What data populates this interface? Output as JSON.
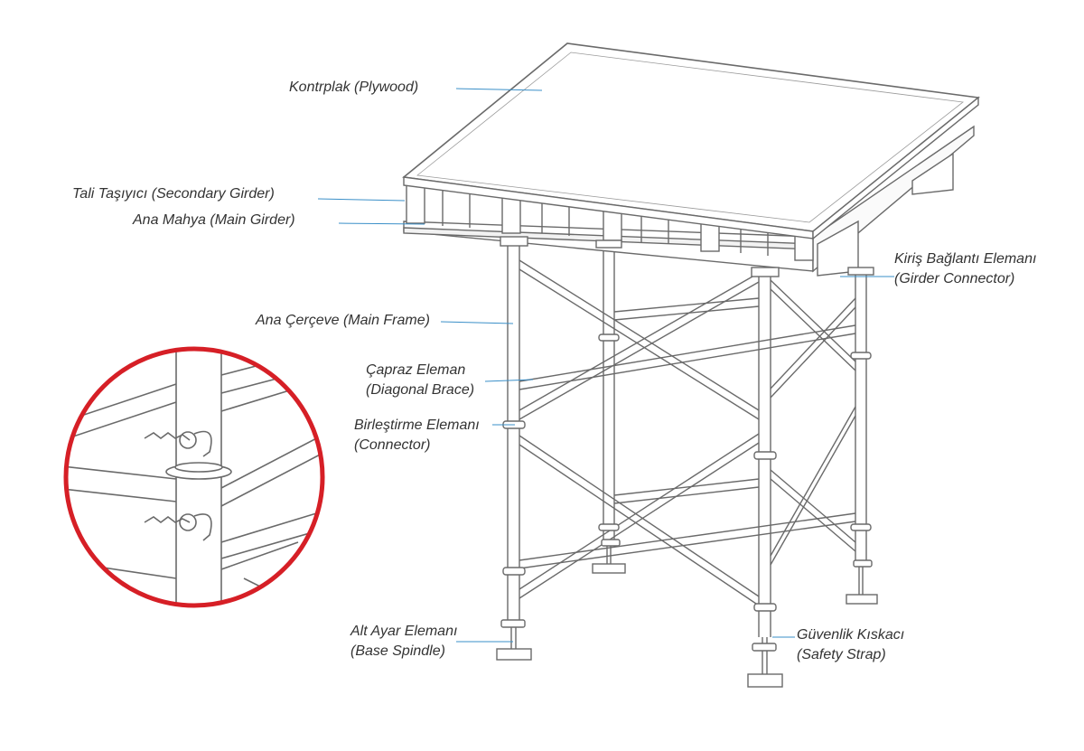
{
  "colors": {
    "ink": "#6a6a6a",
    "leader": "#3a8fc8",
    "circle": "#d61f26",
    "plywood": "#ffffff"
  },
  "labels": {
    "plywood": {
      "tr": "Kontrplak",
      "en": "(Plywood)"
    },
    "secondary_girder": {
      "tr": "Tali Taşıyıcı",
      "en": "(Secondary Girder)"
    },
    "main_girder": {
      "tr": "Ana Mahya",
      "en": "(Main Girder)"
    },
    "girder_connector": {
      "tr": "Kiriş Bağlantı Elemanı",
      "en": "(Girder Connector)"
    },
    "main_frame": {
      "tr": "Ana Çerçeve",
      "en": "(Main Frame)"
    },
    "diagonal_brace": {
      "tr": "Çapraz Eleman",
      "en": "(Diagonal Brace)"
    },
    "connector": {
      "tr": "Birleştirme Elemanı",
      "en": "(Connector)"
    },
    "base_spindle": {
      "tr": "Alt Ayar Elemanı",
      "en": "(Base Spindle)"
    },
    "safety_strap": {
      "tr": "Güvenlik Kıskacı",
      "en": "(Safety Strap)"
    }
  },
  "detail_view": {
    "icon": "connector-pin-detail-icon"
  }
}
